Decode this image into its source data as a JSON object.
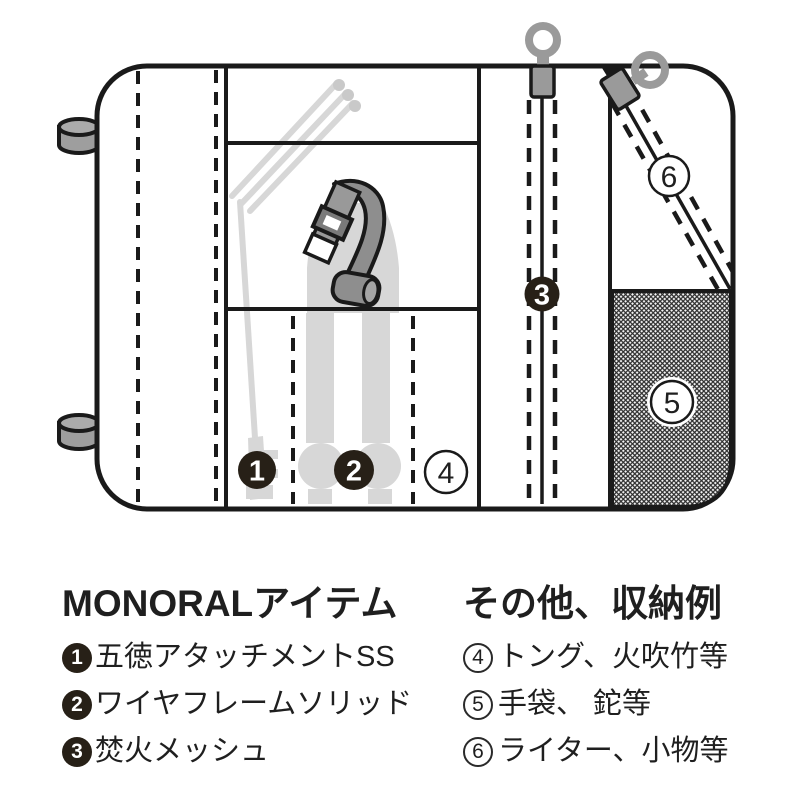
{
  "legend_left": {
    "title": "MONORALアイテム",
    "items": [
      {
        "num": "1",
        "label": "五徳アタッチメントSS"
      },
      {
        "num": "2",
        "label": "ワイヤフレームソリッド"
      },
      {
        "num": "3",
        "label": "焚火メッシュ"
      }
    ]
  },
  "legend_right": {
    "title": "その他、収納例",
    "items": [
      {
        "num": "4",
        "label": "トング、火吹竹等"
      },
      {
        "num": "5",
        "label": "手袋、 鉈等"
      },
      {
        "num": "6",
        "label": "ライター、小物等"
      }
    ]
  },
  "diagram": {
    "markers": {
      "m1": "1",
      "m2": "2",
      "m3": "3",
      "m4": "4",
      "m5": "5",
      "m6": "6"
    }
  },
  "colors": {
    "line": "#1a1a1a",
    "text": "#1f1f1f",
    "marker_filled": "#272017",
    "hardware_gray": "#9a9a9a",
    "strap_gray": "#8e8e8e",
    "ghost_gray": "#d7d7d7",
    "mesh_line": "#2e2e2e"
  }
}
